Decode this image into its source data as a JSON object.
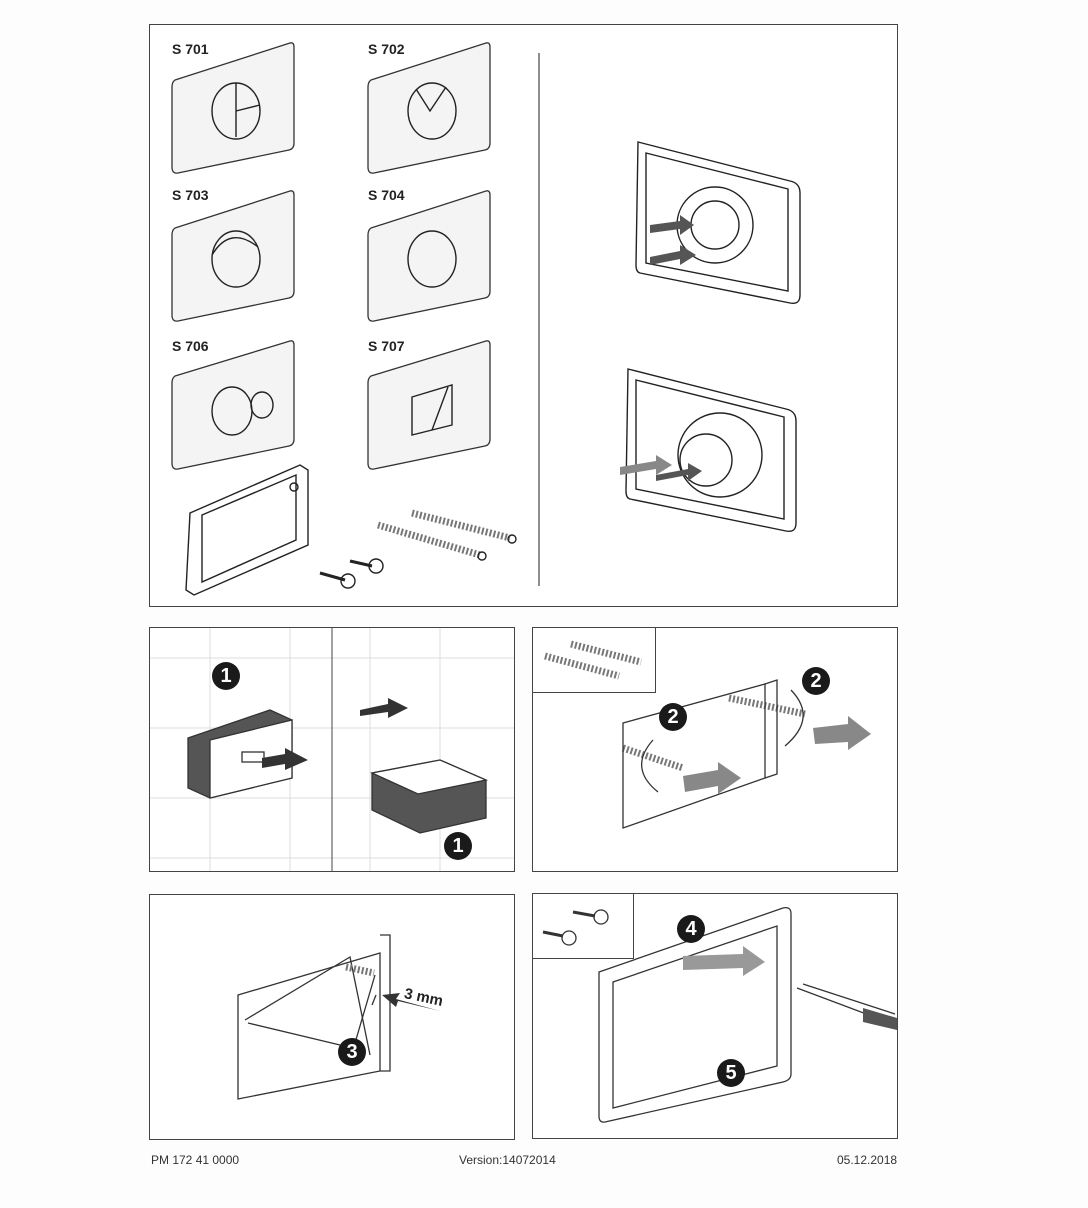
{
  "models": [
    {
      "label": "S 701"
    },
    {
      "label": "S 702"
    },
    {
      "label": "S 703"
    },
    {
      "label": "S 704"
    },
    {
      "label": "S 706"
    },
    {
      "label": "S 707"
    }
  ],
  "steps": {
    "step1": "1",
    "step2": "2",
    "step3": "3",
    "step4": "4",
    "step5": "5"
  },
  "gap_label": "3 mm",
  "footer": {
    "code": "PM 172 41  0000",
    "version": "Version:14072014",
    "date": "05.12.2018"
  }
}
